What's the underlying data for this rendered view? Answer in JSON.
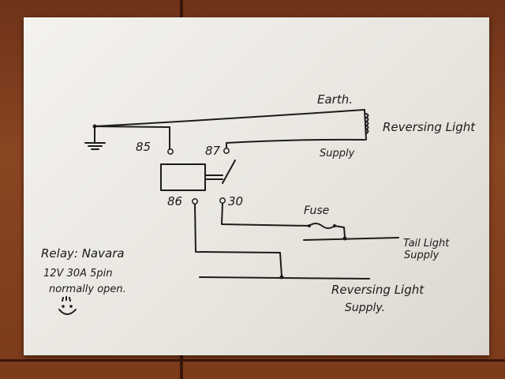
{
  "diagram": {
    "labels": {
      "earth": "Earth.",
      "reversing_light": "Reversing Light",
      "supply": "Supply",
      "pin_85": "85",
      "pin_87": "87",
      "pin_86": "86",
      "pin_30": "30",
      "fuse": "Fuse",
      "tail_light_supply_1": "Tail Light",
      "tail_light_supply_2": "Supply",
      "reversing_light_supply_1": "Reversing Light",
      "reversing_light_supply_2": "Supply."
    },
    "notes": {
      "line1": "Relay: Navara",
      "line2": "12V 30A 5pin",
      "line3": "normally open."
    }
  },
  "colors": {
    "ink": "#1c1c1c",
    "card": "#f0eee9",
    "wood": "#7a3a1c"
  }
}
